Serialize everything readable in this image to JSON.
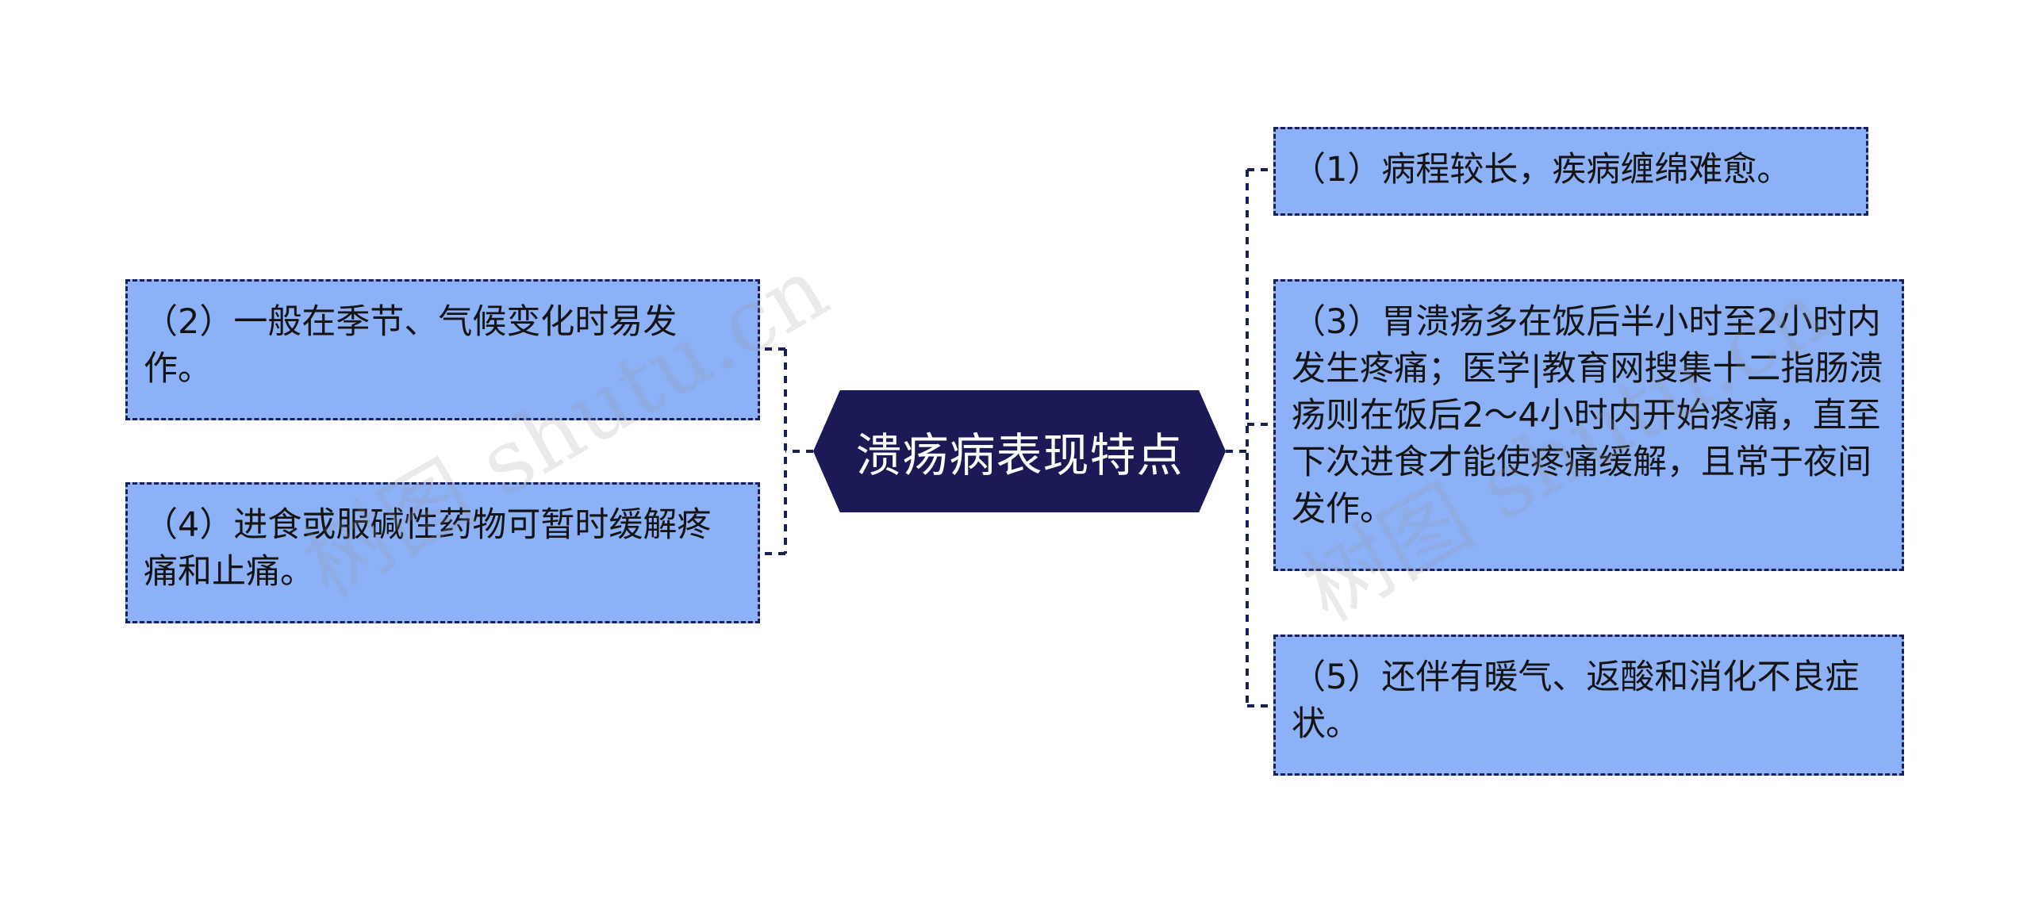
{
  "central": {
    "label": "溃疡病表现特点"
  },
  "nodes": {
    "n1": "（1）病程较长，疾病缠绵难愈。",
    "n2": "（2）一般在季节、气候变化时易发作。",
    "n3": "（3）胃溃疡多在饭后半小时至2小时内发生疼痛；医学|教育网搜集十二指肠溃疡则在饭后2～4小时内开始疼痛，直至下次进食才能使疼痛缓解，且常于夜间发作。",
    "n4": "（4）进食或服碱性药物可暂时缓解疼痛和止痛。",
    "n5": "（5）还伴有暖气、返酸和消化不良症状。"
  },
  "watermark": "树图 shutu.cn",
  "colors": {
    "central_fill": "#1b1a57",
    "central_text": "#ffffff",
    "node_fill": "#8cb1f7",
    "node_border": "#1c1f54",
    "connector": "#1c1f54"
  }
}
